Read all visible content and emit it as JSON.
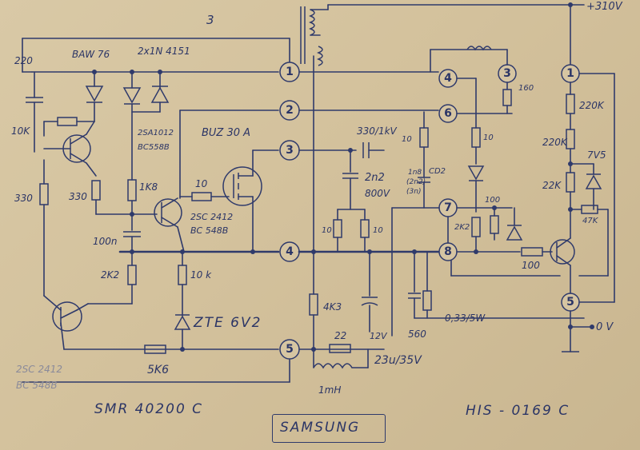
{
  "labels": {
    "top_voltage": "+310V",
    "out_zero": "0 V",
    "c220": "220",
    "bav": "BAW 76",
    "dual_diode": "2x1N 4151",
    "r10k_left": "10K",
    "r330_left": "330",
    "r330_mid": "330",
    "q_pnp_a": "2SA1012",
    "q_pnp_b": "BC558B",
    "r1k8": "1K8",
    "mosfet": "BUZ 30 A",
    "r10_gate": "10",
    "q_npn_a": "2SC 2412",
    "q_npn_b": "BC 548B",
    "c100n": "100n",
    "r2k2_left": "2K2",
    "r10k_mid": "10 k",
    "zener": "ZTE 6V2",
    "r5k6": "5K6",
    "q_bottom_a": "2SC 2412",
    "q_bottom_b": "BC 548B",
    "c330": "330/1kV",
    "c2n2": "2n2",
    "c2n2_v": "800V",
    "r10_a": "10",
    "r10_b": "10",
    "r10_c": "10",
    "r10_d": "10",
    "r4k3": "4K3",
    "r22": "22",
    "tap12v": "12V",
    "c23u": "23u/35V",
    "l1mh": "1mH",
    "r560": "560",
    "c1n8": "1n8",
    "c1n8_b": "(2n2)",
    "c1n8_c": "(3n)",
    "cd2": "CD2",
    "r100_a": "100",
    "r2k2_right": "2K2",
    "r100_b": "100",
    "r160": "160",
    "r220k_a": "220K",
    "r220k_b": "220K",
    "r22k": "22K",
    "z7v5": "7V5",
    "r47k": "47K",
    "r033": "0,33/5W",
    "num3": "3",
    "model_left": "SMR  40200 C",
    "brand": "SAMSUNG",
    "model_right": "HIS - 0169 C"
  },
  "pins_left": [
    "1",
    "2",
    "3",
    "4",
    "5"
  ],
  "pins_right": [
    "4",
    "6",
    "7",
    "8",
    "3",
    "1",
    "5"
  ]
}
